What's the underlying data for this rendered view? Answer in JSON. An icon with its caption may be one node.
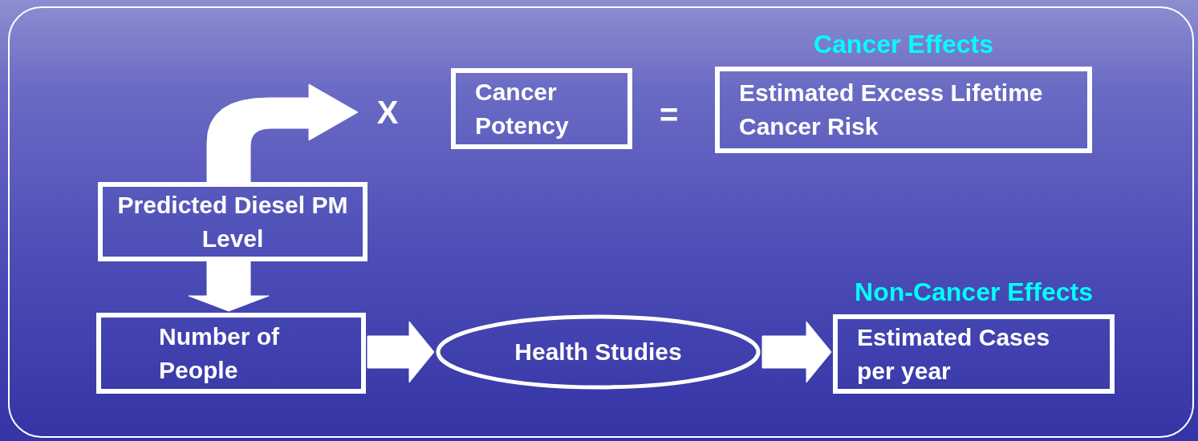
{
  "diagram": {
    "nodes": [
      {
        "text": [
          "X"
        ]
      },
      {
        "text": [
          "Cancer Potency"
        ]
      },
      {
        "text": [
          "Cancer Effects",
          "Estimated Excess Lifetime Cancer Risk"
        ]
      },
      {
        "text": [
          "Predicted Diesel PM Level"
        ]
      },
      {
        "text": [
          "Number of People"
        ]
      },
      {
        "text": [
          "Health Studies"
        ]
      },
      {
        "text": [
          "Non-Cancer Effects",
          "Estimated Cases per year"
        ]
      }
    ],
    "edges": [
      {
        "from": 3,
        "to": 0,
        "arrow": "to"
      },
      {
        "from": 3,
        "to": 4,
        "arrow": "to"
      },
      {
        "from": 4,
        "to": 5,
        "arrow": "to"
      },
      {
        "from": 5,
        "to": 6,
        "arrow": "to"
      }
    ],
    "labels": [
      "="
    ]
  }
}
